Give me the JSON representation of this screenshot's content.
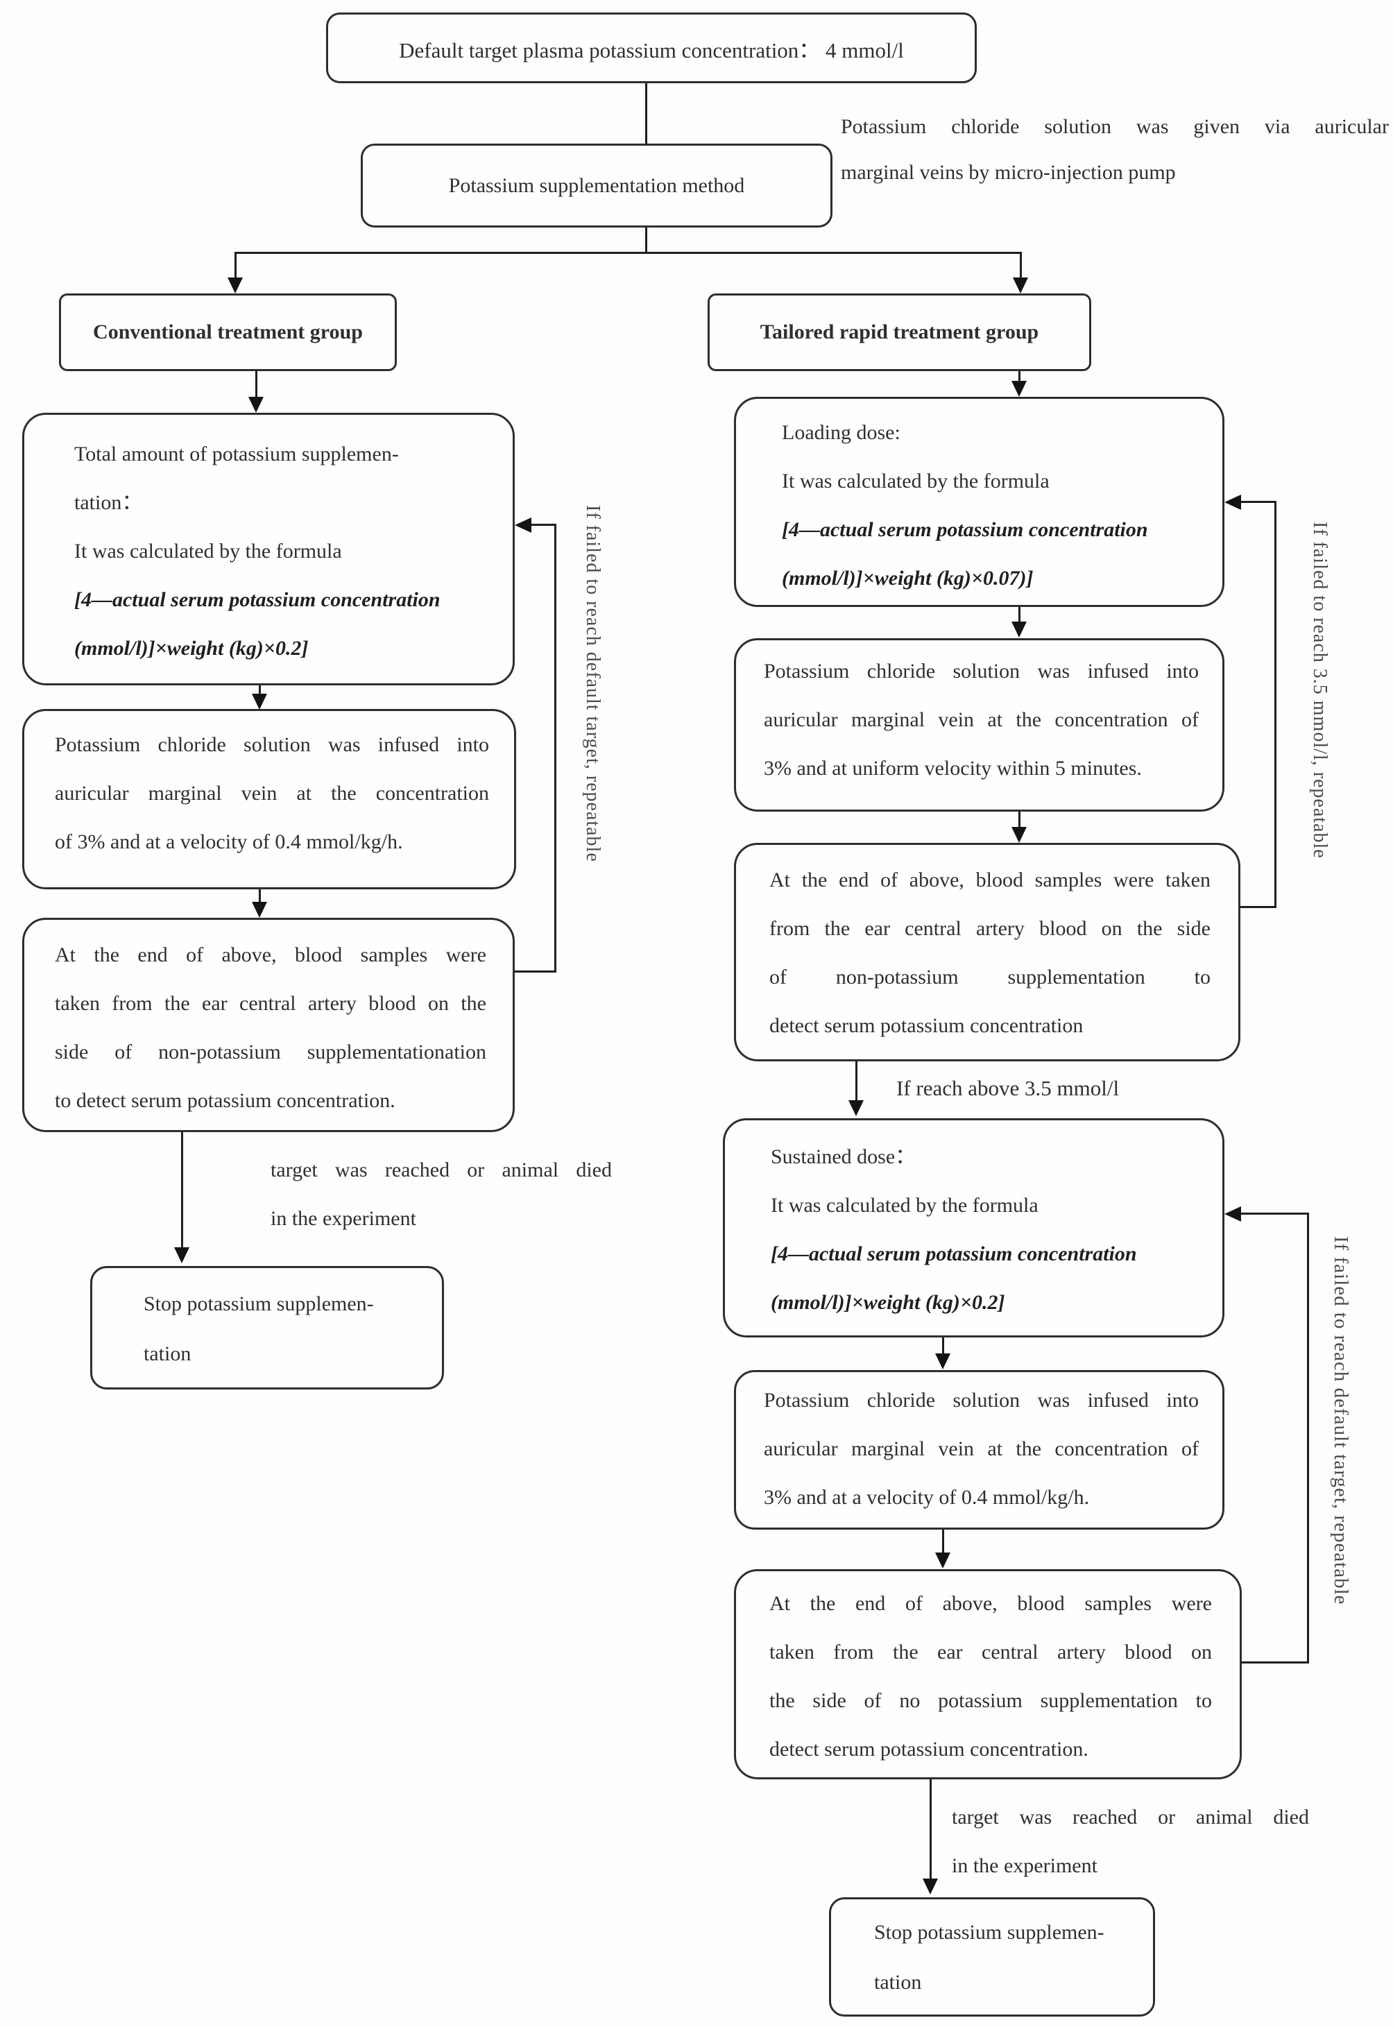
{
  "colors": {
    "ink": "#2f2f2f",
    "line": "#1e1e1e",
    "background": "#fdfdfd"
  },
  "diagram": {
    "top_box": "Default target plasma potassium concentration： 4 mmol/l",
    "method_box": "Potassium supplementation method",
    "pump_note": {
      "line1": "Potassium chloride solution was given via auricular",
      "line2": "marginal veins by micro-injection pump"
    },
    "left": {
      "header": "Conventional treatment group",
      "box1_lines": [
        "Total amount of potassium supplemen-",
        "tation：",
        "It was calculated by the formula",
        "[4—actual serum potassium concentration",
        "(mmol/l)]×weight (kg)×0.2]"
      ],
      "box2_lines": [
        "Potassium chloride solution was infused into",
        "auricular marginal vein at the concentration",
        "of 3% and at a velocity of 0.4 mmol/kg/h."
      ],
      "box3_lines": [
        "At the end of above, blood samples were",
        "taken from the ear central artery blood on the",
        "side of non-potassium supplementationation",
        "to detect serum potassium concentration."
      ],
      "loop_label": "If failed to reach default target, repeatable",
      "stop_condition_line1": "target was reached or animal died",
      "stop_condition_line2": "in the experiment",
      "stop_box_line1": "Stop potassium supplemen-",
      "stop_box_line2": "tation"
    },
    "right": {
      "header": "Tailored rapid treatment group",
      "box1_lines": [
        "Loading dose:",
        "It was calculated by the formula",
        "[4—actual serum potassium concentration",
        "(mmol/l)]×weight (kg)×0.07)]"
      ],
      "box2_lines": [
        "Potassium chloride solution was infused into",
        "auricular marginal vein at the concentration of",
        "3% and at uniform velocity within 5 minutes."
      ],
      "box3_lines": [
        "At the end of above, blood samples were taken",
        "from the ear central artery blood on the side",
        "of non-potassium supplementation to",
        "detect serum potassium concentration"
      ],
      "loop1_label": "If failed to reach 3.5 mmol/l, repeatable",
      "reach_label": "If reach above 3.5 mmol/l",
      "box4_lines": [
        "Sustained dose：",
        "It was calculated by the formula",
        "[4—actual serum potassium concentration",
        "(mmol/l)]×weight (kg)×0.2]"
      ],
      "box5_lines": [
        "Potassium chloride solution was infused into",
        "auricular marginal vein at the concentration of",
        "3% and at a velocity of 0.4 mmol/kg/h."
      ],
      "box6_lines": [
        "At the end of above, blood samples were",
        "taken from the ear central artery blood on",
        "the side of no potassium supplementation to",
        "detect serum potassium concentration."
      ],
      "loop2_label": "If failed to reach default target, repeatable",
      "stop_condition_line1": "target was reached or animal died",
      "stop_condition_line2": "in the experiment",
      "stop_box_line1": "Stop potassium supplemen-",
      "stop_box_line2": "tation"
    }
  }
}
